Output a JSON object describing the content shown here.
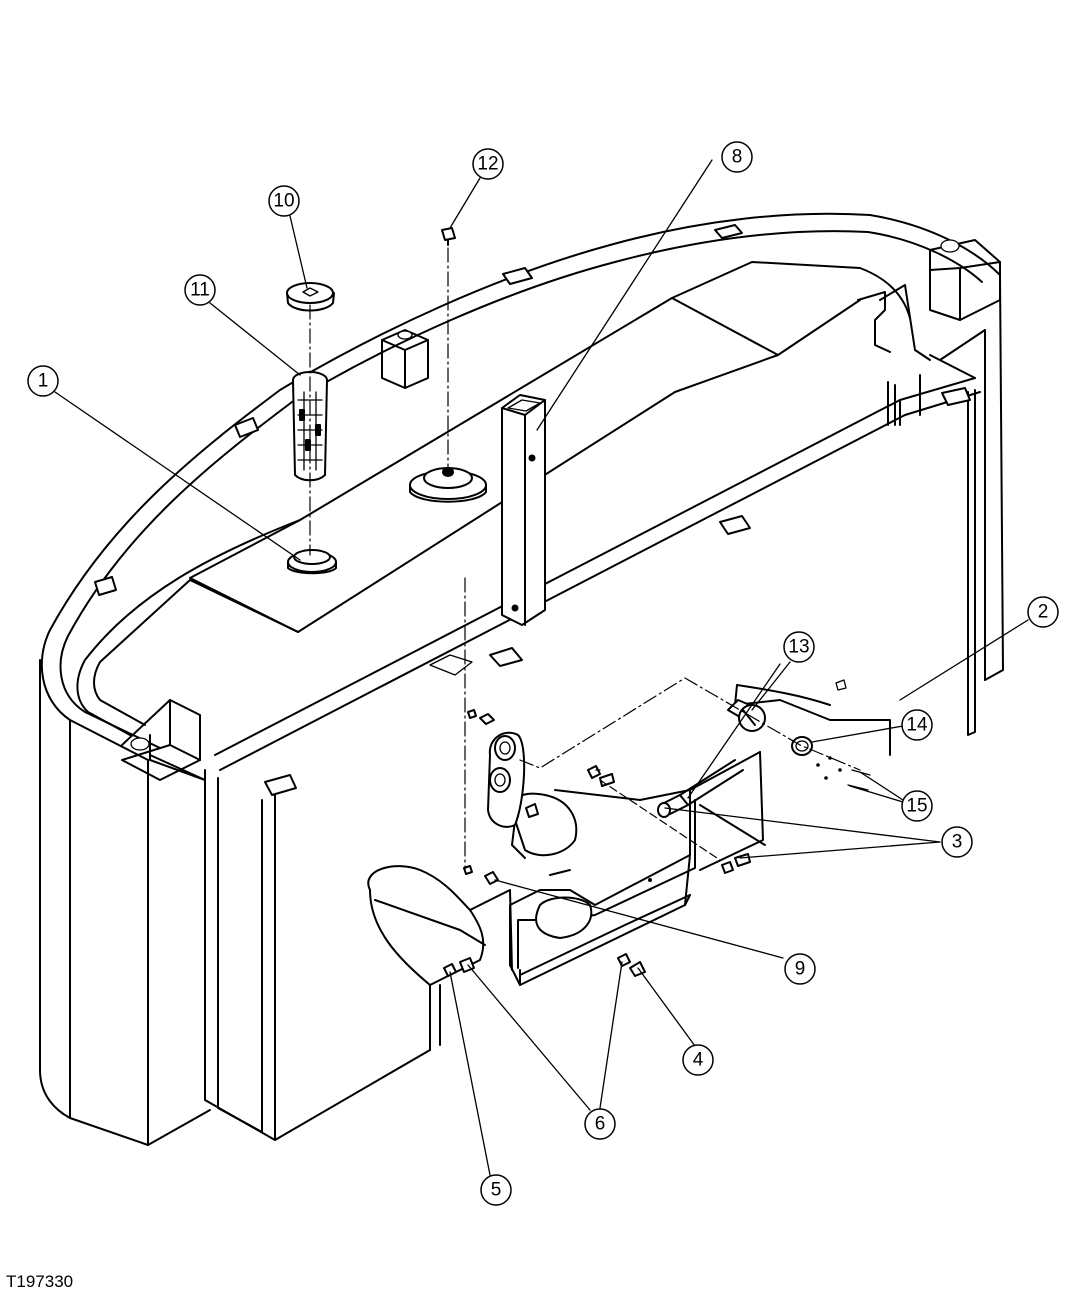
{
  "figure_id": "T197330",
  "callouts": [
    {
      "id": "callout-1",
      "label": "1"
    },
    {
      "id": "callout-2",
      "label": "2"
    },
    {
      "id": "callout-3",
      "label": "3"
    },
    {
      "id": "callout-4",
      "label": "4"
    },
    {
      "id": "callout-5",
      "label": "5"
    },
    {
      "id": "callout-6",
      "label": "6"
    },
    {
      "id": "callout-8",
      "label": "8"
    },
    {
      "id": "callout-9",
      "label": "9"
    },
    {
      "id": "callout-10",
      "label": "10"
    },
    {
      "id": "callout-11",
      "label": "11"
    },
    {
      "id": "callout-12",
      "label": "12"
    },
    {
      "id": "callout-13",
      "label": "13"
    },
    {
      "id": "callout-14",
      "label": "14"
    },
    {
      "id": "callout-15",
      "label": "15"
    }
  ]
}
